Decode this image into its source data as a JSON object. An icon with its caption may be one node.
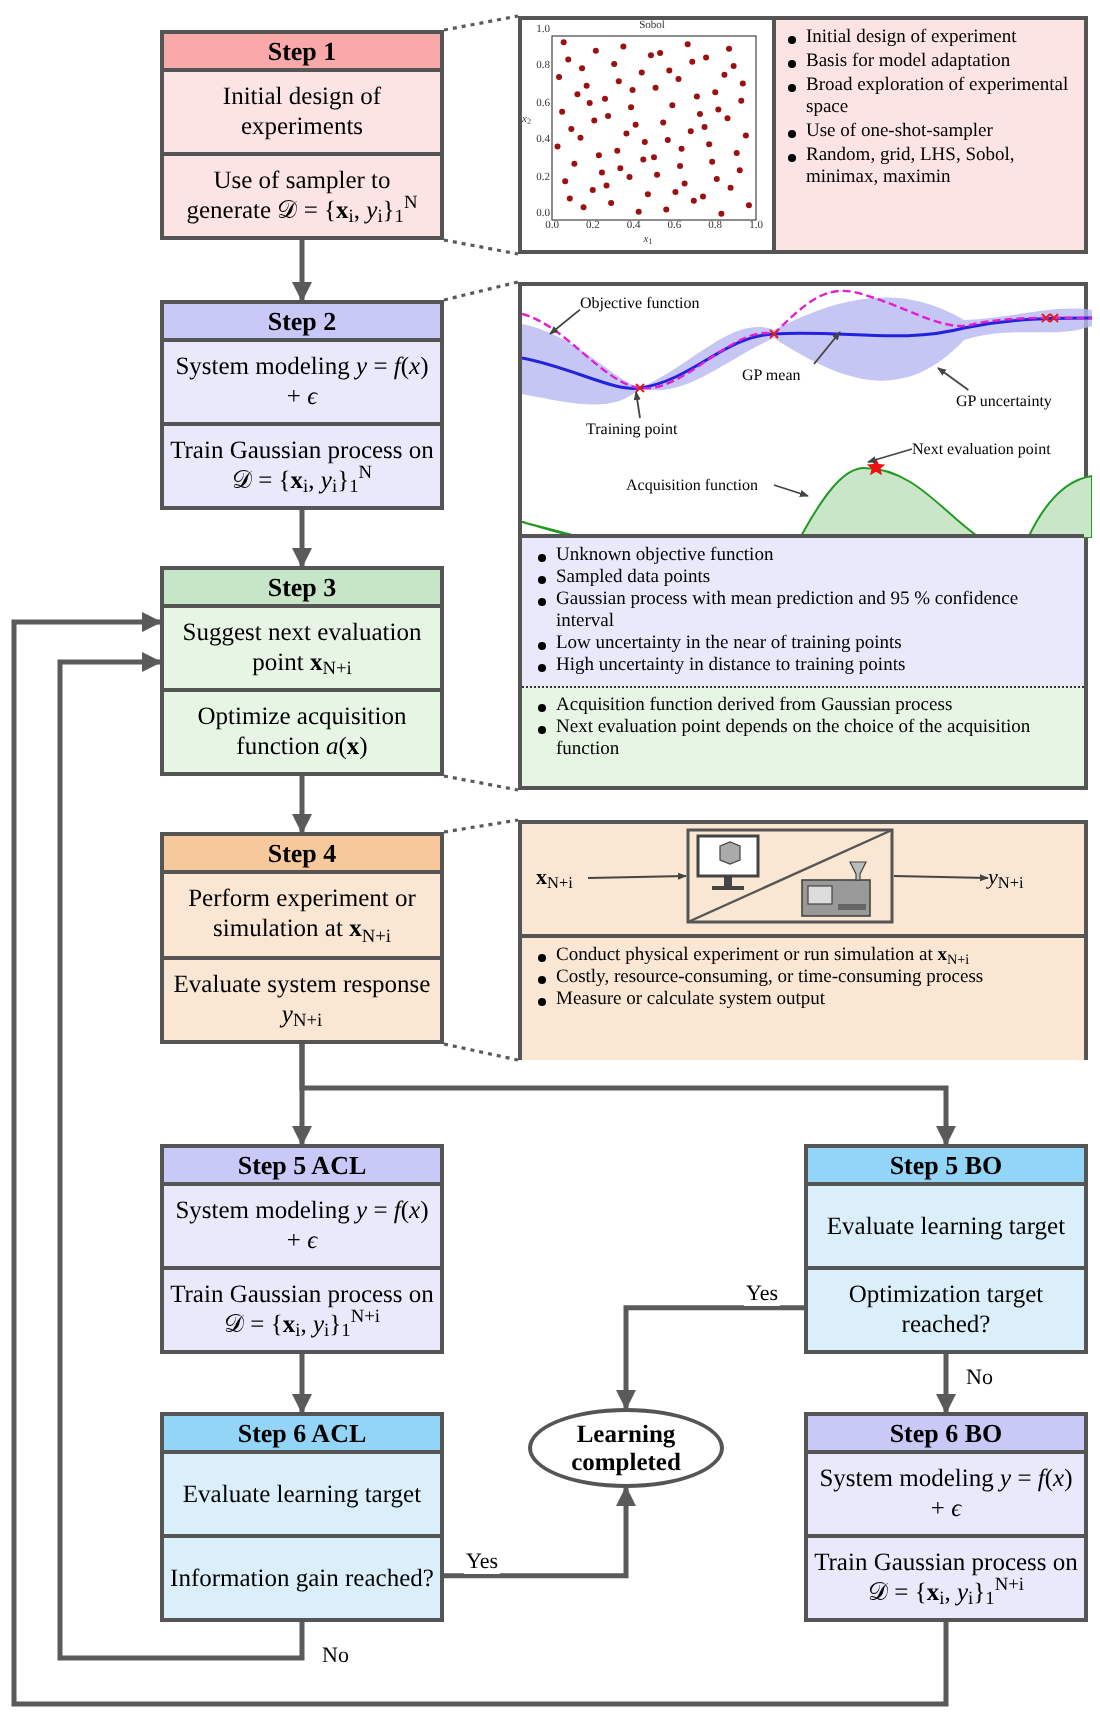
{
  "diagram": {
    "nodes": [
      {
        "text": [
          "Step 1",
          "Initial design of experiments",
          "Use of sampler to generate 𝒟 = {**x**$_{i}$, *y*$_{i}$}$_{1}$$^{N}$"
        ]
      },
      {
        "text": [
          "Initial design of experiment",
          "Basis for model adaptation",
          "Broad exploration of experimental space",
          "Use of one-shot-sampler",
          "Random, grid, LHS, Sobol, minimax, maximin"
        ]
      },
      {
        "text": [
          "Step 2",
          "System modeling *y* = *f*(*x*) + *ϵ*",
          "Train Gaussian process on 𝒟 = {**x**$_{i}$, *y*$_{i}$}$_{1}$$^{N}$"
        ]
      },
      {
        "text": [],
        "shape": "box"
      },
      {
        "text": [
          "Objective function"
        ],
        "in": 3
      },
      {
        "text": [
          "Training point"
        ],
        "in": 3
      },
      {
        "text": [
          "GP mean"
        ],
        "in": 3
      },
      {
        "text": [
          "GP uncertainty"
        ],
        "in": 3
      },
      {
        "text": [
          "Next evaluation point"
        ],
        "in": 3
      },
      {
        "text": [
          "Acquisition function"
        ],
        "in": 3
      },
      {
        "text": [
          "Unknown objective function",
          "Sampled data points",
          "Gaussian process with mean prediction and 95 % confidence interval",
          "Low uncertainty in the near of training points",
          "High uncertainty in distance to training points"
        ],
        "in": 3
      },
      {
        "text": [
          "Acquisition function derived from Gaussian process",
          "Next evaluation point depends on the choice of the acquisition function"
        ],
        "in": 3
      },
      {
        "text": [
          "Step 3",
          "Suggest next evaluation point **x**$_{N+i}$",
          "Optimize acquisition function *a*(**x**)"
        ]
      },
      {
        "text": [
          "Step 4",
          "Perform experiment or simulation at **x**$_{N+i}$",
          "Evaluate system response *y*$_{N+i}$"
        ]
      },
      {
        "text": [],
        "shape": "box"
      },
      {
        "text": [
          "**x**$_{N+i}$"
        ],
        "in": 14
      },
      {
        "text": [],
        "shape": "picture",
        "in": 14
      },
      {
        "text": [
          "*y*$_{N+i}$"
        ],
        "in": 14
      },
      {
        "text": [
          "Conduct physical experiment or run simulation at **x**$_{N+i}$",
          "Costly, resource-consuming, or time-consuming process",
          "Measure or calculate system output"
        ],
        "in": 14
      },
      {
        "text": [
          "Step 5 ACL",
          "System modeling *y* = *f*(*x*) + *ϵ*",
          "Train Gaussian process on 𝒟 = {**x**$_{i}$, *y*$_{i}$}$_{1}$$^{N+i}$"
        ]
      },
      {
        "text": [
          "Step 5 BO",
          "Evaluate learning target",
          "Optimization target reached?"
        ]
      },
      {
        "text": [
          "Learning completed"
        ]
      },
      {
        "text": [
          "Step 6 ACL",
          "Evaluate learning target",
          "Information gain reached?"
        ]
      },
      {
        "text": [
          "Step 6 BO",
          "System modeling *y* = *f*(*x*) + *ϵ*",
          "Train Gaussian process on 𝒟 = {**x**$_{i}$, *y*$_{i}$}$_{1}$$^{N+i}$"
        ]
      }
    ],
    "edges": [
      {
        "from": 0,
        "to": 2,
        "arrow": "to"
      },
      {
        "from": 2,
        "to": 12,
        "arrow": "to"
      },
      {
        "from": 12,
        "to": 13,
        "arrow": "to"
      },
      {
        "from": 13,
        "to": 19,
        "arrow": "to"
      },
      {
        "from": 13,
        "to": 20,
        "arrow": "to"
      },
      {
        "from": 19,
        "to": 22,
        "arrow": "to"
      },
      {
        "from": 20,
        "to": 21,
        "arrow": "to",
        "label": "Yes"
      },
      {
        "from": 20,
        "to": 23,
        "arrow": "to",
        "label": "No"
      },
      {
        "from": 22,
        "to": 21,
        "arrow": "to",
        "label": "Yes"
      },
      {
        "from": 22,
        "to": 12,
        "arrow": "to",
        "label": "No"
      },
      {
        "from": 23,
        "to": 12,
        "arrow": "to"
      },
      {
        "from": 0,
        "to": 1,
        "arrow": "none",
        "style": "dashed"
      },
      {
        "from": 0,
        "to": 1,
        "arrow": "none",
        "style": "dashed"
      },
      {
        "from": 2,
        "to": 3,
        "arrow": "none",
        "style": "dashed"
      },
      {
        "from": 12,
        "to": 3,
        "arrow": "none",
        "style": "dashed"
      },
      {
        "from": 13,
        "to": 14,
        "arrow": "none",
        "style": "dashed"
      },
      {
        "from": 13,
        "to": 14,
        "arrow": "none",
        "style": "dashed"
      },
      {
        "from": 4,
        "to": null,
        "arrow": "to"
      },
      {
        "from": 5,
        "to": null,
        "arrow": "to"
      },
      {
        "from": 6,
        "to": null,
        "arrow": "to"
      },
      {
        "from": 7,
        "to": null,
        "arrow": "to"
      },
      {
        "from": 8,
        "to": null,
        "arrow": "to"
      },
      {
        "from": 9,
        "to": null,
        "arrow": "to"
      },
      {
        "from": 15,
        "to": 16,
        "arrow": "to"
      },
      {
        "from": 16,
        "to": 17,
        "arrow": "to"
      }
    ],
    "labels": [
      "Sobol",
      "1.0",
      "0.8",
      "0.6",
      "0.4",
      "0.2",
      "0.0",
      "*x*$_{2}$",
      "0.0",
      "0.2",
      "0.4",
      "0.6",
      "0.8",
      "1.0",
      "*x*$_{1}$"
    ]
  }
}
